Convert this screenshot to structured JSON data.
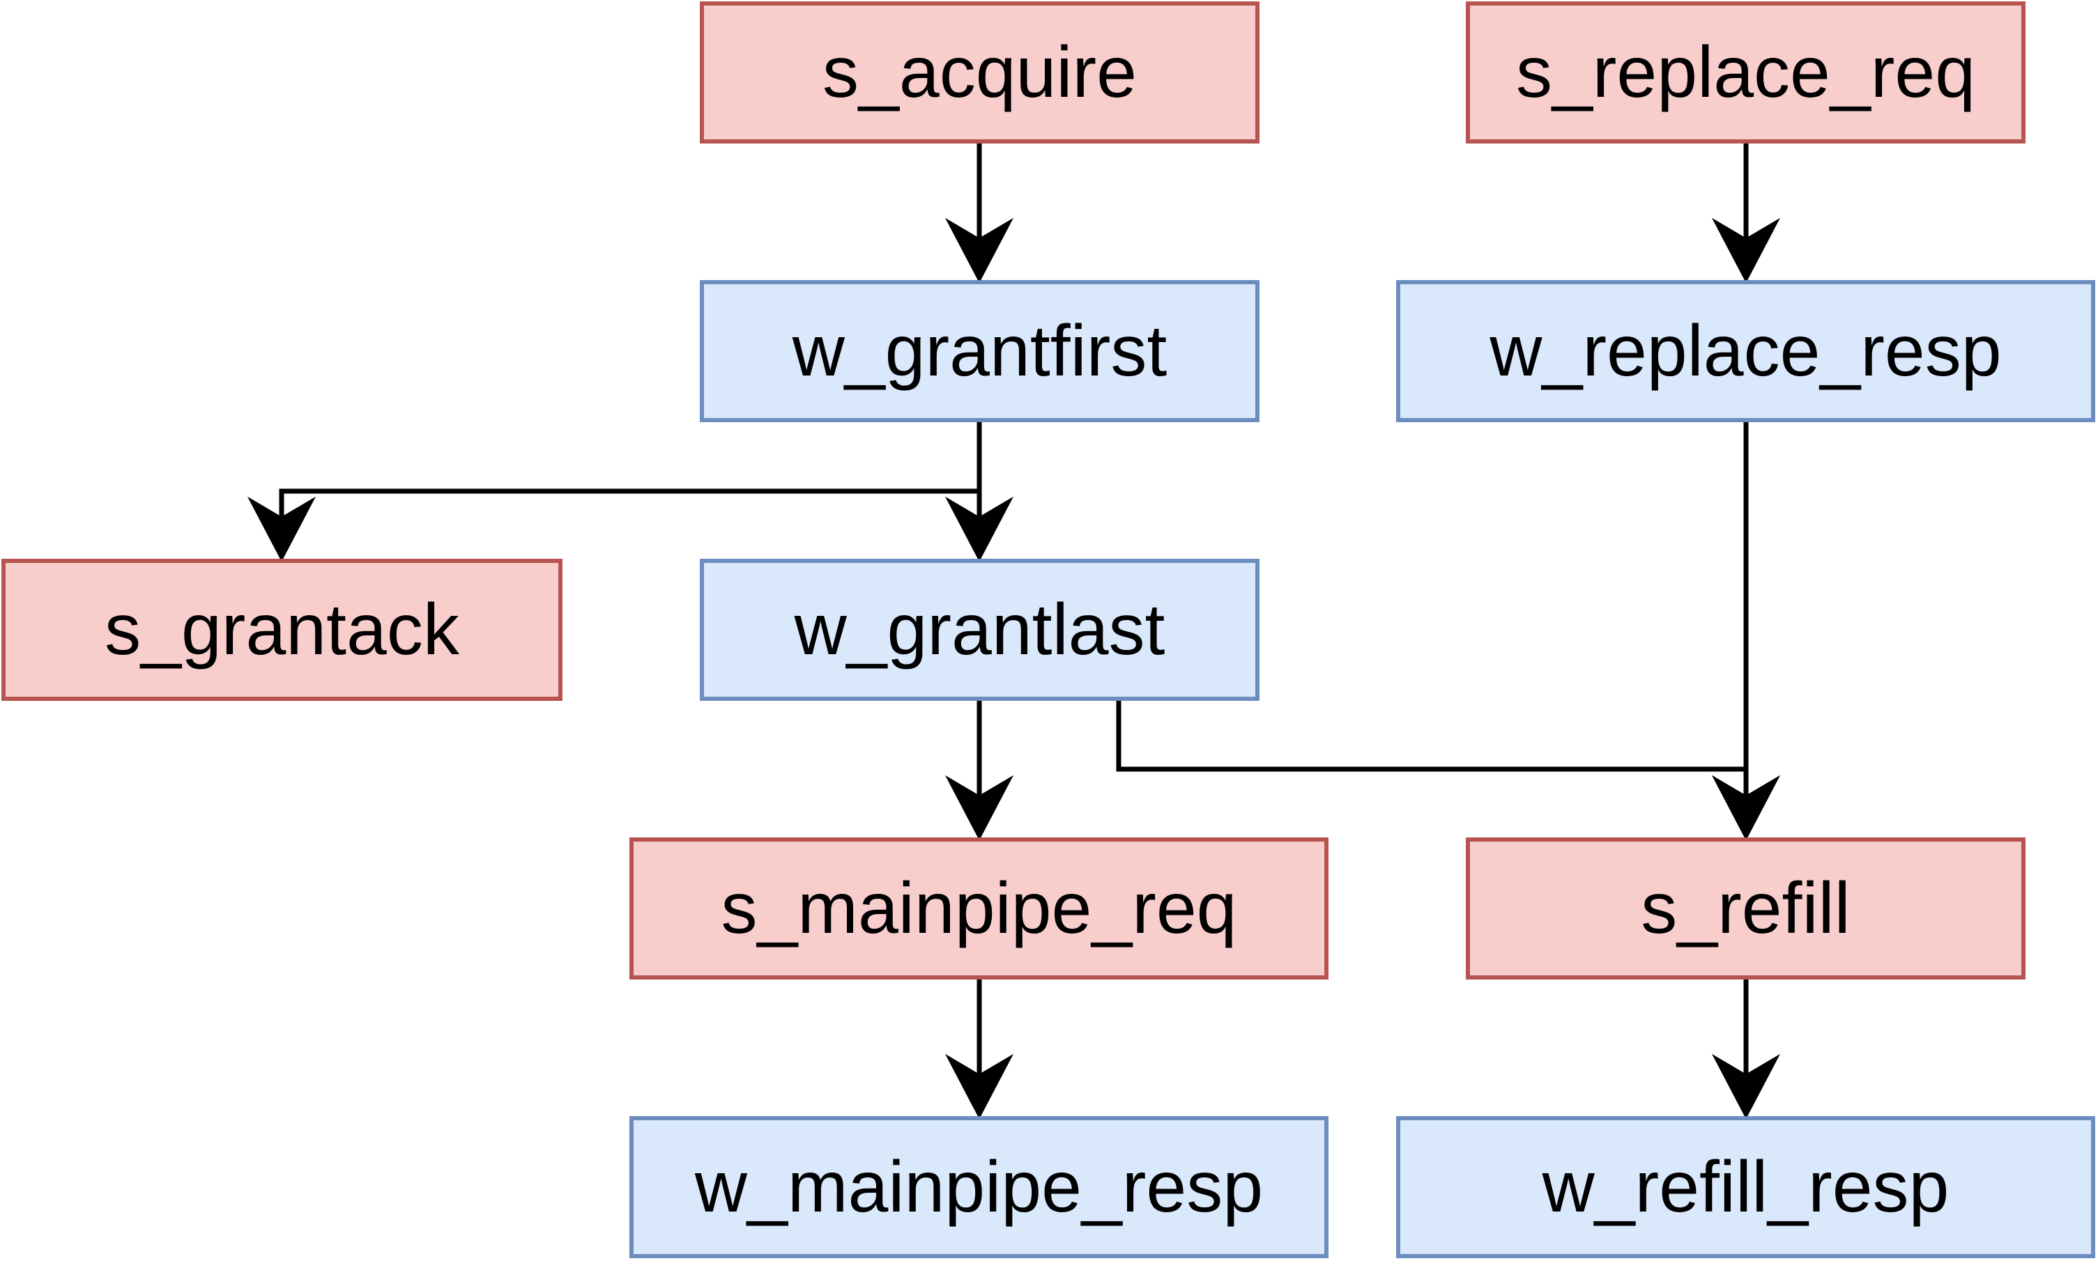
{
  "nodes": {
    "s_acquire": {
      "label": "s_acquire",
      "kind": "s"
    },
    "s_replace_req": {
      "label": "s_replace_req",
      "kind": "s"
    },
    "w_grantfirst": {
      "label": "w_grantfirst",
      "kind": "w"
    },
    "w_replace_resp": {
      "label": "w_replace_resp",
      "kind": "w"
    },
    "s_grantack": {
      "label": "s_grantack",
      "kind": "s"
    },
    "w_grantlast": {
      "label": "w_grantlast",
      "kind": "w"
    },
    "s_mainpipe_req": {
      "label": "s_mainpipe_req",
      "kind": "s"
    },
    "s_refill": {
      "label": "s_refill",
      "kind": "s"
    },
    "w_mainpipe_resp": {
      "label": "w_mainpipe_resp",
      "kind": "w"
    },
    "w_refill_resp": {
      "label": "w_refill_resp",
      "kind": "w"
    }
  },
  "edges": [
    {
      "from": "s_acquire",
      "to": "w_grantfirst"
    },
    {
      "from": "s_replace_req",
      "to": "w_replace_resp"
    },
    {
      "from": "w_grantfirst",
      "to": "s_grantack"
    },
    {
      "from": "w_grantfirst",
      "to": "w_grantlast"
    },
    {
      "from": "w_replace_resp",
      "to": "s_refill"
    },
    {
      "from": "w_grantlast",
      "to": "s_mainpipe_req"
    },
    {
      "from": "w_grantlast",
      "to": "s_refill"
    },
    {
      "from": "s_mainpipe_req",
      "to": "w_mainpipe_resp"
    },
    {
      "from": "s_refill",
      "to": "w_refill_resp"
    }
  ],
  "colors": {
    "s_fill": "#f8cecc",
    "s_stroke": "#b85450",
    "w_fill": "#dae8fc",
    "w_stroke": "#6c8ebf",
    "edge": "#000000"
  }
}
